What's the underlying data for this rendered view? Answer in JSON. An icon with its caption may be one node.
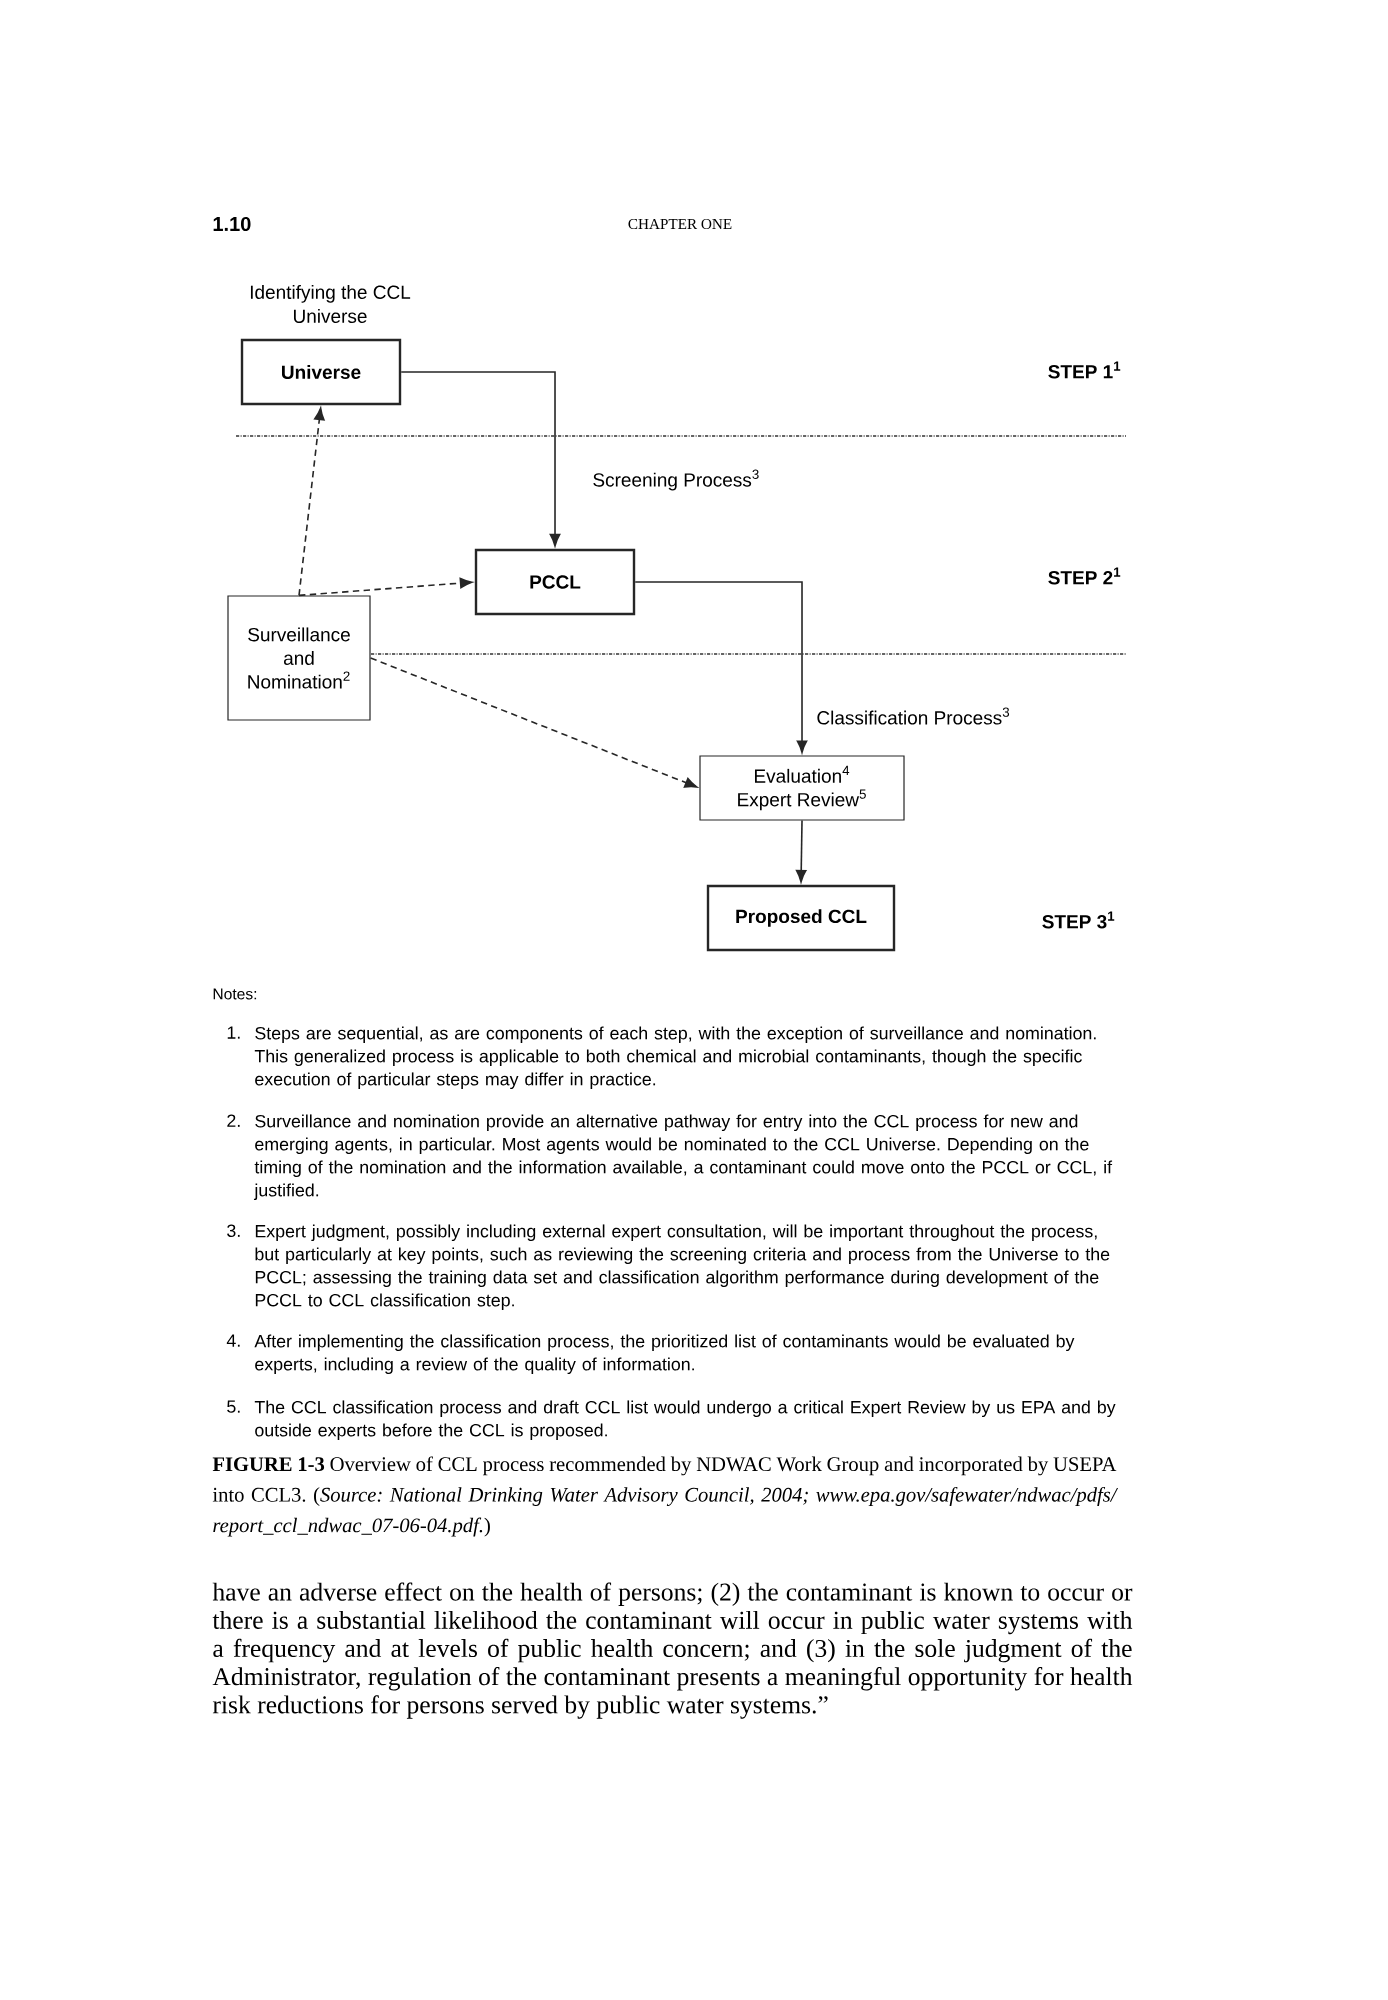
{
  "diagram": {
    "caption": "**FIGURE 1-3** Overview of CCL process recommended by NDWAC Work Group and incorporated by USEPA into CCL3. (*Source: National Drinking Water Advisory Council, 2004; www.epa.gov/safewater/ndwac/pdfs/report_ccl_ndwac_07-06-04.pdf.*)",
    "nodes": [
      {
        "text": [
          "Universe"
        ],
        "beside": [
          "Identifying the CCL Universe"
        ]
      },
      {
        "text": [
          "PCCL"
        ]
      },
      {
        "text": [
          "Surveillance and Nomination$^{2}$"
        ]
      },
      {
        "text": [
          "Evaluation$^{4}$",
          "Expert Review$^{5}$"
        ]
      },
      {
        "text": [
          "Proposed CCL"
        ]
      }
    ],
    "edges": [
      {
        "from": 0,
        "to": 1,
        "arrow": "to",
        "label": "Screening Process$^{3}$"
      },
      {
        "from": 1,
        "to": 3,
        "arrow": "to",
        "label": "Classification Process$^{3}$"
      },
      {
        "from": 3,
        "to": 4,
        "arrow": "to"
      },
      {
        "from": 2,
        "to": 0,
        "arrow": "to",
        "style": "dashed"
      },
      {
        "from": 2,
        "to": 1,
        "arrow": "to",
        "style": "dashed"
      },
      {
        "from": 2,
        "to": 3,
        "arrow": "to",
        "style": "dashed"
      }
    ],
    "labels": [
      "1.10",
      "CHAPTER ONE",
      "STEP 1$^{1}$",
      "STEP 2$^{1}$",
      "STEP 3$^{1}$",
      "Notes:",
      "1.",
      "Steps are sequential, as are components of each step, with the exception of surveillance and nomination. This generalized process is applicable to both chemical and microbial contaminants, though the specific execution of particular steps may differ in practice.",
      "2.",
      "Surveillance and nomination provide an alternative pathway for entry into the CCL process for new and emerging agents, in particular. Most agents would be nominated to the CCL Universe. Depending on the timing of the nomination and the information available, a contaminant could move onto the PCCL or CCL, if justified.",
      "3.",
      "Expert judgment, possibly including external expert consultation, will be important throughout the process, but particularly at key points, such as reviewing the screening criteria and process from the Universe to the PCCL; assessing the training data set and classification algorithm performance during development of the PCCL to CCL classification step.",
      "4.",
      "After implementing the classification process, the prioritized list of contaminants would be evaluated by experts, including a review of the quality of information.",
      "5.",
      "The CCL classification process and draft CCL list would undergo a critical Expert Review by us EPA and by outside experts before the CCL is proposed.",
      "have an adverse effect on the health of persons; (2) the contaminant is known to occur or there is a substantial likelihood the contaminant will occur in public water systems with a frequency and at levels of public health concern; and (3) in the sole judgment of the Administrator, regulation of the contaminant presents a meaningful opportunity for health risk reductions for persons served by public water systems.”"
    ]
  }
}
